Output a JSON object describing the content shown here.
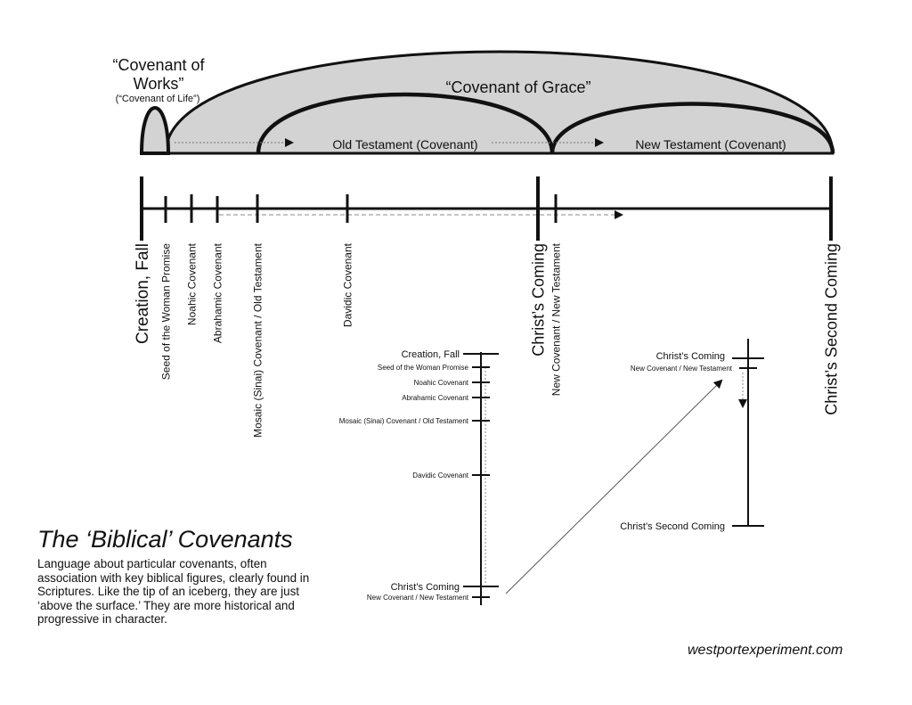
{
  "arches": {
    "works_title": "“Covenant of Works”",
    "works_title_line1": "“Covenant of",
    "works_title_line2": "Works”",
    "works_subtitle": "(“Covenant of Life”)",
    "grace_label": "“Covenant of Grace”",
    "old_testament_label": "Old Testament (Covenant)",
    "new_testament_label": "New Testament (Covenant)"
  },
  "main_timeline": {
    "events": [
      {
        "label": "Creation, Fall",
        "emphasis": "major"
      },
      {
        "label": "Seed  of the Woman Promise",
        "emphasis": "minor"
      },
      {
        "label": "Noahic Covenant",
        "emphasis": "minor"
      },
      {
        "label": "Abrahamic Covenant",
        "emphasis": "minor"
      },
      {
        "label": "Mosaic (Sinai) Covenant / Old Testament",
        "emphasis": "minor"
      },
      {
        "label": "Davidic Covenant",
        "emphasis": "minor"
      },
      {
        "label": "Christ’s Coming",
        "emphasis": "major"
      },
      {
        "label": "New Covenant / New Testament",
        "emphasis": "minor"
      },
      {
        "label": "Christ’s Second Coming",
        "emphasis": "major"
      }
    ]
  },
  "vertical_timeline_old": {
    "events": [
      {
        "label": "Creation, Fall"
      },
      {
        "label": "Seed  of the Woman Promise"
      },
      {
        "label": "Noahic Covenant"
      },
      {
        "label": "Abrahamic Covenant"
      },
      {
        "label": "Mosaic (Sinai) Covenant / Old Testament"
      },
      {
        "label": "Davidic Covenant"
      },
      {
        "label": "Christ’s Coming"
      },
      {
        "label": "New Covenant / New Testament"
      }
    ]
  },
  "vertical_timeline_new": {
    "events": [
      {
        "label": "Christ’s Coming"
      },
      {
        "label": "New Covenant / New Testament"
      },
      {
        "label": "Christ’s Second Coming"
      }
    ]
  },
  "caption": {
    "title": "The ‘Biblical’ Covenants",
    "body": "Language about particular covenants, often association with key biblical figures, clearly found in Scriptures. Like the tip of an iceberg, they are just ‘above the surface.’ They are more historical and progressive in character."
  },
  "website": "westportexperiment.com",
  "colors": {
    "arch_fill": "#d3d3d3",
    "stroke": "#111111",
    "dotted": "#888888"
  }
}
